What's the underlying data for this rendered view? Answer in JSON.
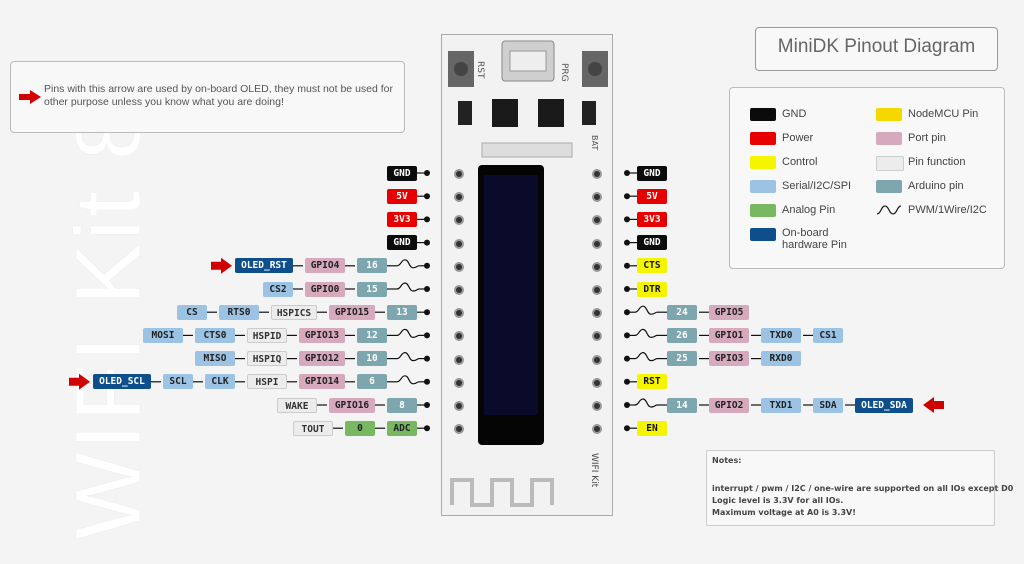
{
  "watermark": "WIFI Kit 8",
  "title": "MiniDK Pinout Diagram",
  "warning": "Pins with this arrow are used by on-board OLED, they must not be used for other purpose unless you know what you are doing!",
  "board_marks": {
    "rst": "RST",
    "prg": "PRG",
    "bat": "BAT",
    "silk": "WIFI Kit"
  },
  "legend": [
    {
      "label": "GND",
      "color": "#0b0b0b"
    },
    {
      "label": "NodeMCU Pin",
      "color": "#f5d800"
    },
    {
      "label": "Power",
      "color": "#e60000"
    },
    {
      "label": "Port pin",
      "color": "#d7a9bc"
    },
    {
      "label": "Control",
      "color": "#f5f500"
    },
    {
      "label": "Pin function",
      "color": "#ececec"
    },
    {
      "label": "Serial/I2C/SPI",
      "color": "#9cc2e4"
    },
    {
      "label": "Arduino pin",
      "color": "#7ea6ae"
    },
    {
      "label": "Analog Pin",
      "color": "#78b860"
    },
    {
      "label": "PWM/1Wire/I2C",
      "color": ""
    },
    {
      "label": "On-board hardware Pin",
      "color": "#0e4f8b"
    }
  ],
  "left_pins": [
    {
      "labels": [
        {
          "t": "GND",
          "c": "gnd"
        }
      ]
    },
    {
      "labels": [
        {
          "t": "5V",
          "c": "pwr"
        }
      ]
    },
    {
      "labels": [
        {
          "t": "3V3",
          "c": "pwr"
        }
      ]
    },
    {
      "labels": [
        {
          "t": "GND",
          "c": "gnd"
        }
      ]
    },
    {
      "labels": [
        {
          "t": "16",
          "c": "ard"
        },
        {
          "t": "GPIO4",
          "c": "port"
        },
        {
          "t": "OLED_RST",
          "c": "hw"
        }
      ],
      "pwm": true,
      "oled": true
    },
    {
      "labels": [
        {
          "t": "15",
          "c": "ard"
        },
        {
          "t": "GPIO0",
          "c": "port"
        },
        {
          "t": "CS2",
          "c": "ser"
        }
      ],
      "pwm": true
    },
    {
      "labels": [
        {
          "t": "13",
          "c": "ard"
        },
        {
          "t": "GPIO15",
          "c": "port"
        },
        {
          "t": "HSPICS",
          "c": "fn"
        },
        {
          "t": "RTS0",
          "c": "ser"
        },
        {
          "t": "CS",
          "c": "ser"
        }
      ]
    },
    {
      "labels": [
        {
          "t": "12",
          "c": "ard"
        },
        {
          "t": "GPIO13",
          "c": "port"
        },
        {
          "t": "HSPID",
          "c": "fn"
        },
        {
          "t": "CTS0",
          "c": "ser"
        },
        {
          "t": "MOSI",
          "c": "ser"
        }
      ],
      "pwm": true
    },
    {
      "labels": [
        {
          "t": "10",
          "c": "ard"
        },
        {
          "t": "GPIO12",
          "c": "port"
        },
        {
          "t": "HSPIQ",
          "c": "fn"
        },
        {
          "t": "MISO",
          "c": "ser"
        }
      ],
      "pwm": true
    },
    {
      "labels": [
        {
          "t": "6",
          "c": "ard"
        },
        {
          "t": "GPIO14",
          "c": "port"
        },
        {
          "t": "HSPI",
          "c": "fn"
        },
        {
          "t": "CLK",
          "c": "ser"
        },
        {
          "t": "SCL",
          "c": "ser"
        },
        {
          "t": "OLED_SCL",
          "c": "hw"
        }
      ],
      "pwm": true,
      "oled": true
    },
    {
      "labels": [
        {
          "t": "8",
          "c": "ard"
        },
        {
          "t": "GPIO16",
          "c": "port"
        },
        {
          "t": "WAKE",
          "c": "fn"
        }
      ]
    },
    {
      "labels": [
        {
          "t": "ADC",
          "c": "ana"
        },
        {
          "t": "0",
          "c": "ana"
        },
        {
          "t": "TOUT",
          "c": "fn"
        }
      ]
    }
  ],
  "right_pins": [
    {
      "labels": [
        {
          "t": "GND",
          "c": "gnd"
        }
      ]
    },
    {
      "labels": [
        {
          "t": "5V",
          "c": "pwr"
        }
      ]
    },
    {
      "labels": [
        {
          "t": "3V3",
          "c": "pwr"
        }
      ]
    },
    {
      "labels": [
        {
          "t": "GND",
          "c": "gnd"
        }
      ]
    },
    {
      "labels": [
        {
          "t": "CTS",
          "c": "ctl"
        }
      ]
    },
    {
      "labels": [
        {
          "t": "DTR",
          "c": "ctl"
        }
      ]
    },
    {
      "labels": [
        {
          "t": "24",
          "c": "ard"
        },
        {
          "t": "GPIO5",
          "c": "port"
        }
      ],
      "pwm": true
    },
    {
      "labels": [
        {
          "t": "26",
          "c": "ard"
        },
        {
          "t": "GPIO1",
          "c": "port"
        },
        {
          "t": "TXD0",
          "c": "ser"
        },
        {
          "t": "CS1",
          "c": "ser"
        }
      ],
      "pwm": true
    },
    {
      "labels": [
        {
          "t": "25",
          "c": "ard"
        },
        {
          "t": "GPIO3",
          "c": "port"
        },
        {
          "t": "RXD0",
          "c": "ser"
        }
      ],
      "pwm": true
    },
    {
      "labels": [
        {
          "t": "RST",
          "c": "ctl"
        }
      ]
    },
    {
      "labels": [
        {
          "t": "14",
          "c": "ard"
        },
        {
          "t": "GPIO2",
          "c": "port"
        },
        {
          "t": "TXD1",
          "c": "ser"
        },
        {
          "t": "SDA",
          "c": "ser"
        },
        {
          "t": "OLED_SDA",
          "c": "hw"
        }
      ],
      "pwm": true,
      "oled": true
    },
    {
      "labels": [
        {
          "t": "EN",
          "c": "ctl"
        }
      ]
    }
  ],
  "notes": {
    "heading": "Notes:",
    "lines": [
      "interrupt / pwm / I2C / one-wire are supported on all IOs except D0",
      "Logic level is 3.3V for all IOs.",
      "Maximum voltage at A0 is 3.3V!"
    ]
  }
}
